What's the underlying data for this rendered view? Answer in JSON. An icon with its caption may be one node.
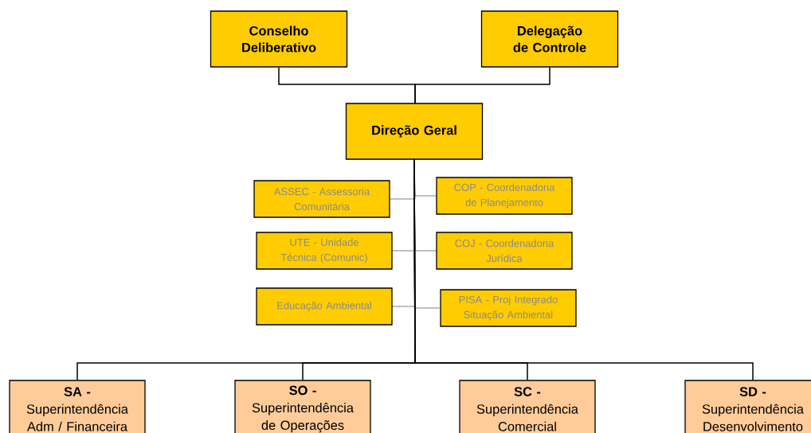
{
  "diagram": {
    "nodes": [
      {
        "text": [
          "Conselho Deliberativo"
        ]
      },
      {
        "text": [
          "Delegação de Controle"
        ]
      },
      {
        "text": [
          "Direção Geral"
        ]
      },
      {
        "text": [
          "ASSEC - Assessoria Comunitária"
        ]
      },
      {
        "text": [
          "COP - Coordenadoria de Planejamento"
        ]
      },
      {
        "text": [
          "UTE - Unidade Técnica (Comunic)"
        ]
      },
      {
        "text": [
          "COJ - Coordenadoria Jurídica"
        ]
      },
      {
        "text": [
          "Educação Ambiental"
        ]
      },
      {
        "text": [
          "PISA - Proj Integrado Situação Ambiental"
        ]
      },
      {
        "text": [
          "SA -",
          "Superintendência Adm / Financeira"
        ]
      },
      {
        "text": [
          "SO -",
          "Superintendência de Operações"
        ]
      },
      {
        "text": [
          "SC -",
          "Superintendência Comercial"
        ]
      },
      {
        "text": [
          "SD -",
          "Superintendência Desenvolvimento"
        ]
      }
    ],
    "edges": [
      {
        "from": 0,
        "to": 2,
        "arrow": "none"
      },
      {
        "from": 1,
        "to": 2,
        "arrow": "none"
      },
      {
        "from": 2,
        "to": 3,
        "arrow": "none",
        "style": "dashed"
      },
      {
        "from": 2,
        "to": 4,
        "arrow": "none",
        "style": "dashed"
      },
      {
        "from": 2,
        "to": 5,
        "arrow": "none",
        "style": "dashed"
      },
      {
        "from": 2,
        "to": 6,
        "arrow": "none",
        "style": "dashed"
      },
      {
        "from": 2,
        "to": 7,
        "arrow": "none",
        "style": "dashed"
      },
      {
        "from": 2,
        "to": 8,
        "arrow": "none",
        "style": "dashed"
      },
      {
        "from": 2,
        "to": 9,
        "arrow": "none"
      },
      {
        "from": 2,
        "to": 10,
        "arrow": "none"
      },
      {
        "from": 2,
        "to": 11,
        "arrow": "none"
      },
      {
        "from": 2,
        "to": 12,
        "arrow": "none"
      }
    ]
  }
}
